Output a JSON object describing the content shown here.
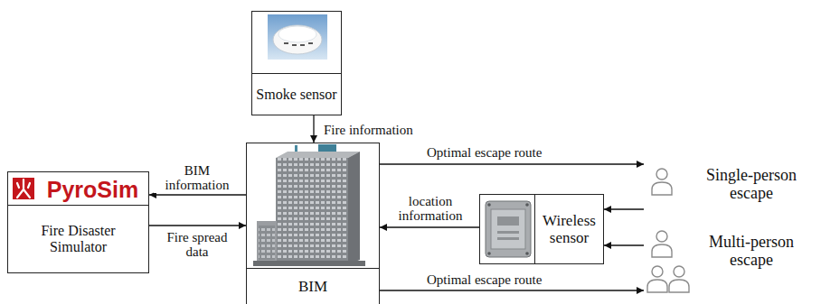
{
  "diagram": {
    "nodes": [
      {
        "text": [
          "Smoke sensor"
        ]
      },
      {
        "text": [
          "PyroSim",
          "Fire Disaster Simulator"
        ]
      },
      {
        "text": [
          "BIM"
        ]
      },
      {
        "text": [
          "Wireless sensor"
        ]
      },
      {
        "text": [
          "Single-person escape"
        ]
      },
      {
        "text": [
          "Multi-person escape"
        ]
      }
    ],
    "edges": [
      {
        "from": 0,
        "to": 2,
        "label": "Fire information",
        "arrow": "to"
      },
      {
        "from": 2,
        "to": 1,
        "label": "BIM information",
        "arrow": "to"
      },
      {
        "from": 1,
        "to": 2,
        "label": "Fire spread data",
        "arrow": "to"
      },
      {
        "from": 2,
        "to": 4,
        "label": "Optimal escape route",
        "arrow": "to"
      },
      {
        "from": 3,
        "to": 2,
        "label": "location information",
        "arrow": "to"
      },
      {
        "from": 4,
        "to": 3,
        "arrow": "to"
      },
      {
        "from": 5,
        "to": 3,
        "arrow": "to"
      },
      {
        "from": 2,
        "to": 5,
        "label": "Optimal escape route",
        "arrow": "to"
      }
    ]
  }
}
